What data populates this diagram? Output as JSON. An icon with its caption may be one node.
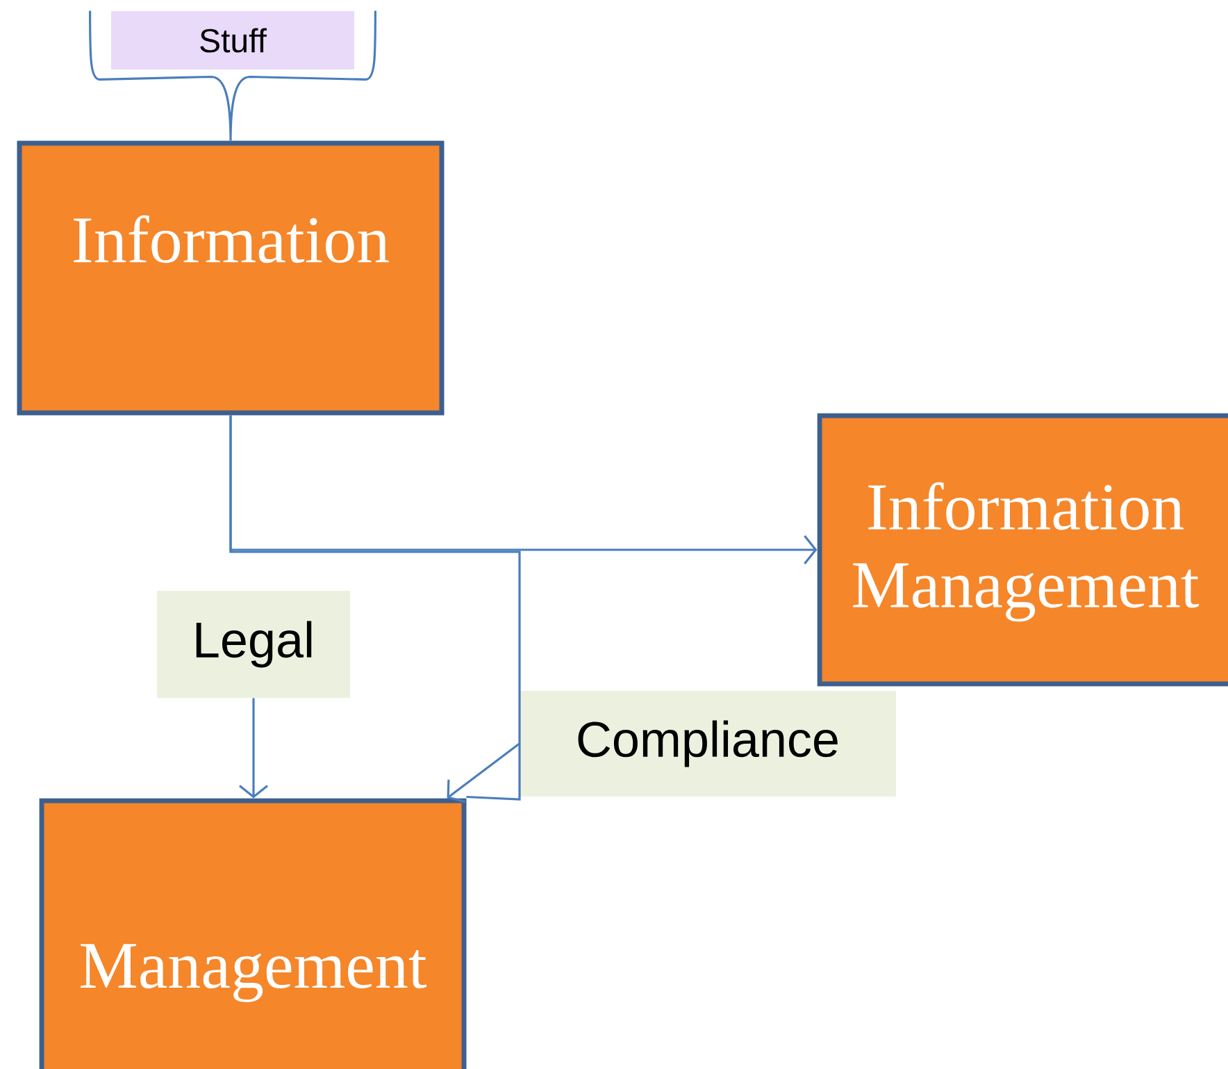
{
  "diagram": {
    "nodes": [
      {
        "text": [
          "Stuff"
        ]
      },
      {
        "text": [
          "Information"
        ]
      },
      {
        "text": [
          "Information Management"
        ]
      },
      {
        "text": [
          "Legal"
        ]
      },
      {
        "text": [
          "Compliance"
        ]
      },
      {
        "text": [
          "Management"
        ]
      }
    ],
    "edges": [
      {
        "from": 0,
        "to": 1,
        "arrow": "none"
      },
      {
        "from": 1,
        "to": 2,
        "arrow": "to"
      },
      {
        "from": 1,
        "to": 5,
        "arrow": "none"
      },
      {
        "from": 3,
        "to": 5,
        "arrow": "to"
      },
      {
        "from": 4,
        "to": 5,
        "arrow": "to"
      }
    ]
  }
}
